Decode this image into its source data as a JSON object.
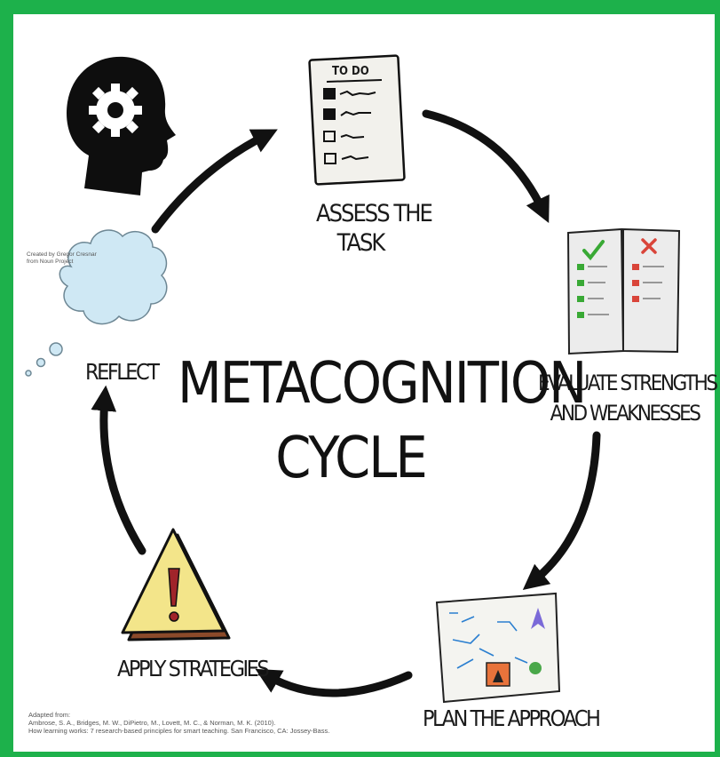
{
  "title": {
    "line1": "METACOGNITION",
    "line2": "CYCLE"
  },
  "steps": {
    "assess": {
      "line1": "ASSESS THE",
      "line2": "TASK"
    },
    "evaluate": {
      "line1": "EVALUATE STRENGTHS",
      "line2": "AND WEAKNESSES"
    },
    "plan": {
      "label": "PLAN THE APPROACH"
    },
    "apply": {
      "label": "APPLY STRATEGIES"
    },
    "reflect": {
      "label": "REFLECT"
    }
  },
  "todo_header": "TO DO",
  "icon_credit": {
    "line1": "Created by Gregor Cresnar",
    "line2": "from Noun Project"
  },
  "citation": {
    "line1": "Adapted from:",
    "line2": "Ambrose, S. A., Bridges, M. W., DiPietro, M., Lovett, M. C., & Norman, M. K. (2010).",
    "line3": "How learning works: 7 research-based principles for smart teaching. San Francisco, CA: Jossey-Bass."
  },
  "colors": {
    "border": "#1db14b",
    "cloud": "#cfe8f4",
    "warning": "#f3e58a",
    "check": "#39a935",
    "cross": "#d9453a"
  },
  "icons": [
    "head-gear-icon",
    "todo-list-icon",
    "strengths-weaknesses-icon",
    "plan-map-icon",
    "warning-icon",
    "thought-cloud-icon"
  ]
}
